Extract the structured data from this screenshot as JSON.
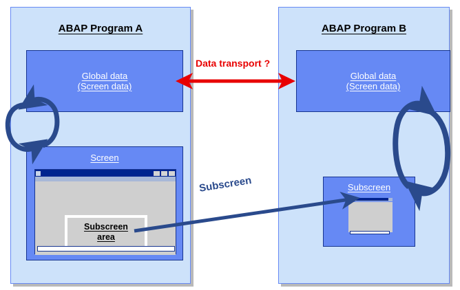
{
  "diagram": {
    "title_a": "ABAP Program A",
    "title_b": "ABAP Program B",
    "colors": {
      "panel_background": "#CDE2FA",
      "panel_border": "#6689F4",
      "inner_box": "#6689F4",
      "inner_box_border": "#16348F",
      "arrow_navy": "#2A4A8C",
      "arrow_red": "#E80000",
      "titlebar_navy": "#00248F",
      "window_gray": "#CFCFCF",
      "text_black": "#000000",
      "text_white": "#FFFFFF"
    }
  },
  "program_a": {
    "title": "ABAP Program A",
    "global_data": {
      "line1": "Global data",
      "line2": "(Screen data)"
    },
    "screen_box": {
      "label": "Screen",
      "subscreen_area": {
        "line1": "Subscreen",
        "line2": "area"
      }
    }
  },
  "program_b": {
    "title": "ABAP Program B",
    "global_data": {
      "line1": "Global data",
      "line2": "(Screen data)"
    },
    "subscreen_box": {
      "label": "Subscreen"
    }
  },
  "connectors": {
    "data_transport_label": "Data transport ?",
    "subscreen_label": "Subscreen"
  }
}
